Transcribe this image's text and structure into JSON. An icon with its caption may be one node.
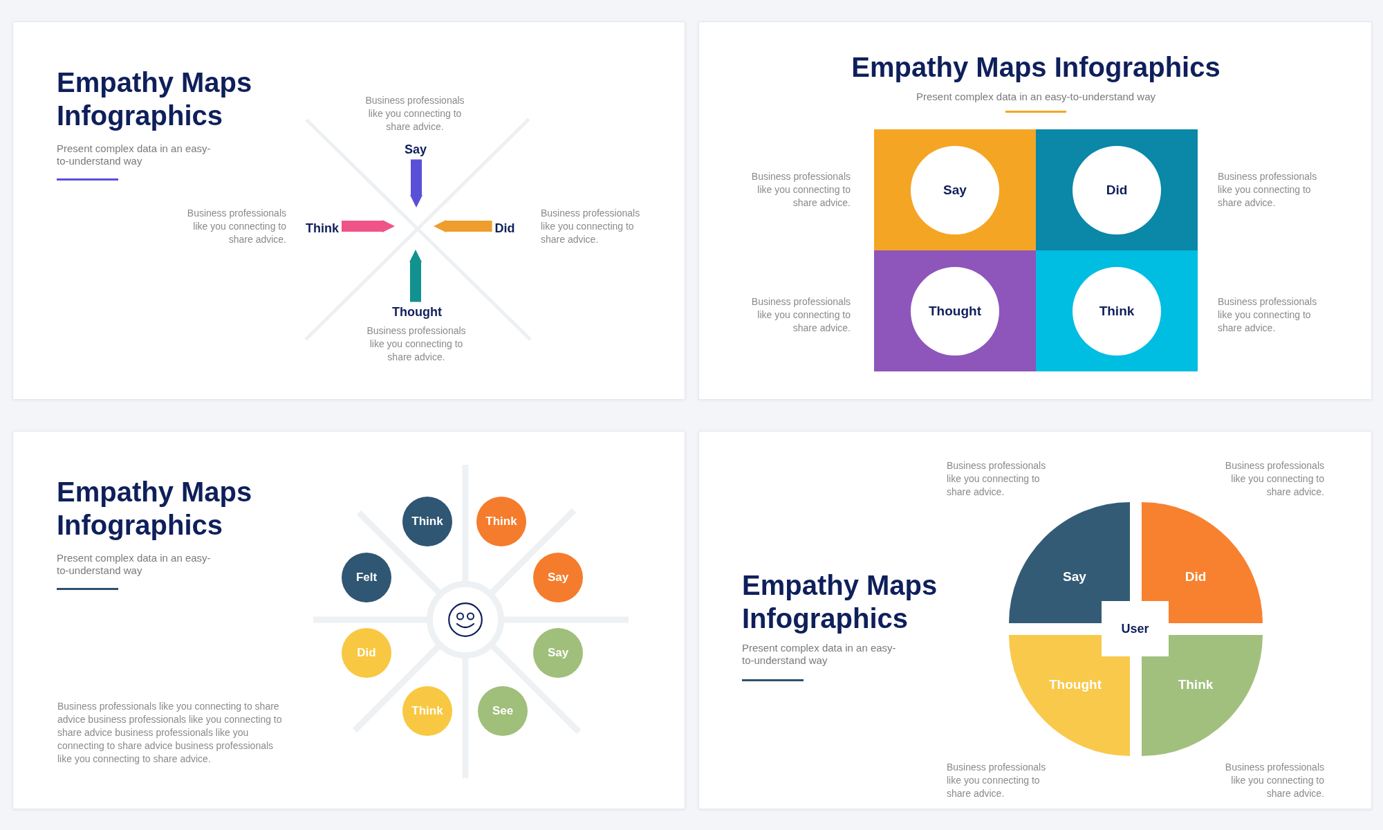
{
  "diagram": {
    "nodes": [
      {
        "text": [
          "Empathy Maps Infographics",
          "Present complex data in an easy-to-understand way"
        ]
      },
      {
        "text": [
          "Say"
        ],
        "in": 0,
        "beside": [
          "Business professionals like you connecting to share advice."
        ]
      },
      {
        "text": [
          "Think"
        ],
        "in": 0,
        "beside": [
          "Business professionals like you connecting to share advice."
        ]
      },
      {
        "text": [
          "Did"
        ],
        "in": 0,
        "beside": [
          "Business professionals like you connecting to share advice."
        ]
      },
      {
        "text": [
          "Thought"
        ],
        "in": 0,
        "beside": [
          "Business professionals like you connecting to share advice."
        ]
      },
      {
        "text": [
          "Empathy Maps Infographics",
          "Present complex data in an easy-to-understand way"
        ]
      },
      {
        "text": [
          "Say"
        ],
        "in": 5,
        "beside": [
          "Business professionals like you connecting to share advice."
        ]
      },
      {
        "text": [
          "Did"
        ],
        "in": 5,
        "beside": [
          "Business professionals like you connecting to share advice."
        ]
      },
      {
        "text": [
          "Thought"
        ],
        "in": 5,
        "beside": [
          "Business professionals like you connecting to share advice."
        ]
      },
      {
        "text": [
          "Think"
        ],
        "in": 5,
        "beside": [
          "Business professionals like you connecting to share advice."
        ]
      },
      {
        "text": [
          "Empathy Maps Infographics",
          "Present complex data in an easy-to-understand way",
          "Business professionals like you connecting to share advice business professionals like you connecting to share advice business professionals like you connecting to share advice business professionals like you connecting to share advice."
        ]
      },
      {
        "text": [
          "Think"
        ],
        "in": 10
      },
      {
        "text": [
          "Think"
        ],
        "in": 10
      },
      {
        "text": [
          "Felt"
        ],
        "in": 10
      },
      {
        "text": [
          "Say"
        ],
        "in": 10
      },
      {
        "text": [],
        "shape": "circle",
        "in": 10
      },
      {
        "text": [
          "Did"
        ],
        "in": 10
      },
      {
        "text": [
          "Say"
        ],
        "in": 10
      },
      {
        "text": [
          "Think"
        ],
        "in": 10
      },
      {
        "text": [
          "See"
        ],
        "in": 10
      },
      {
        "text": [
          "Empathy Maps Infographics",
          "Present complex data in an easy-to-understand way"
        ]
      },
      {
        "text": [
          "Say"
        ],
        "in": 20,
        "beside": [
          "Business professionals like you connecting to share advice."
        ]
      },
      {
        "text": [
          "Did"
        ],
        "in": 20,
        "beside": [
          "Business professionals like you connecting to share advice."
        ]
      },
      {
        "text": [
          "User"
        ],
        "in": 20
      },
      {
        "text": [
          "Thought"
        ],
        "in": 20,
        "beside": [
          "Business professionals like you connecting to share advice."
        ]
      },
      {
        "text": [
          "Think"
        ],
        "in": 20,
        "beside": [
          "Business professionals like you connecting to share advice."
        ]
      }
    ],
    "edges": [
      {
        "from": 1,
        "to": null,
        "arrow": "to",
        "color": "#5a50d8"
      },
      {
        "from": 2,
        "to": null,
        "arrow": "to",
        "color": "#ef5387"
      },
      {
        "from": 3,
        "to": null,
        "arrow": "to",
        "color": "#ef9d2c"
      },
      {
        "from": 4,
        "to": null,
        "arrow": "to",
        "color": "#11918f"
      }
    ]
  }
}
